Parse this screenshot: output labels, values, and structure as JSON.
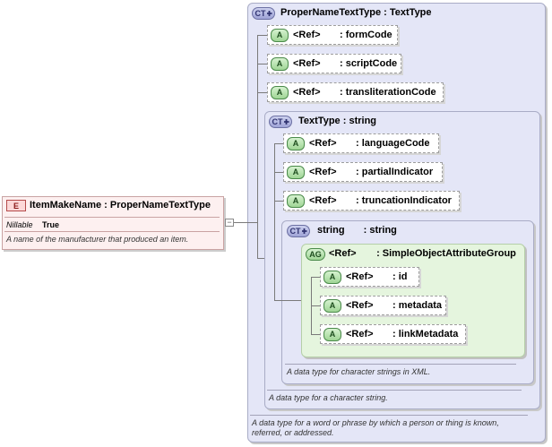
{
  "element": {
    "badge": "E",
    "name": "ItemMakeName",
    "type": ": ProperNameTextType",
    "nillable_label": "Nillable",
    "nillable_value": "True",
    "description": "A name of the manufacturer that produced an item.",
    "expander": "−"
  },
  "outer_type": {
    "badge": "CT",
    "name": "ProperNameTextType",
    "base": ": TextType",
    "attributes": [
      {
        "badge": "A",
        "ref": "<Ref>",
        "name": ": formCode"
      },
      {
        "badge": "A",
        "ref": "<Ref>",
        "name": ": scriptCode"
      },
      {
        "badge": "A",
        "ref": "<Ref>",
        "name": ": transliterationCode"
      }
    ],
    "description": "A data type for a word or phrase by which a person or thing is known, referred, or addressed."
  },
  "text_type": {
    "badge": "CT",
    "name": "TextType",
    "base": ": string",
    "attributes": [
      {
        "badge": "A",
        "ref": "<Ref>",
        "name": ": languageCode"
      },
      {
        "badge": "A",
        "ref": "<Ref>",
        "name": ": partialIndicator"
      },
      {
        "badge": "A",
        "ref": "<Ref>",
        "name": ": truncationIndicator"
      }
    ],
    "description": "A data type for a character string."
  },
  "string_type": {
    "badge": "CT",
    "name": "string",
    "base": ": string",
    "description": "A data type for character strings in XML."
  },
  "attribute_group": {
    "badge": "AG",
    "ref": "<Ref>",
    "name": ": SimpleObjectAttributeGroup",
    "attributes": [
      {
        "badge": "A",
        "ref": "<Ref>",
        "name": ": id"
      },
      {
        "badge": "A",
        "ref": "<Ref>",
        "name": ": metadata"
      },
      {
        "badge": "A",
        "ref": "<Ref>",
        "name": ": linkMetadata"
      }
    ]
  }
}
